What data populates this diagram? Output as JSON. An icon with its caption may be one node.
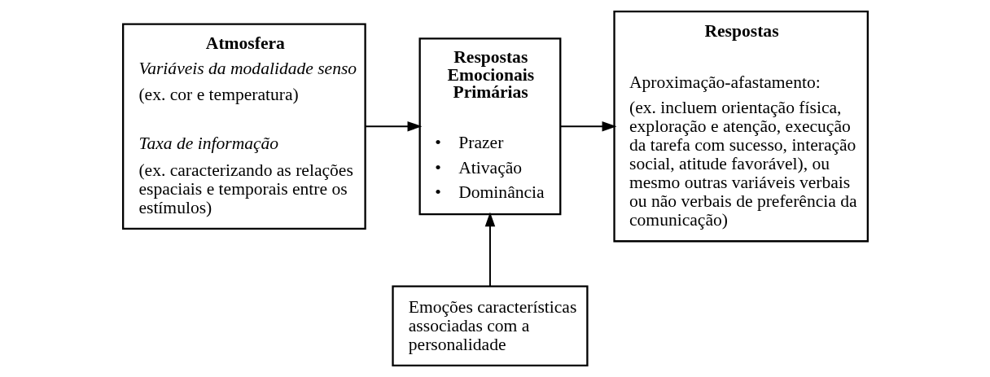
{
  "diagram": {
    "nodes": [
      {
        "text": [
          "Atmosfera",
          "Variáveis da modalidade senso",
          "(ex. cor e temperatura)",
          "Taxa de informação",
          "(ex. caracterizando as relações espaciais e temporais entre os estímulos)"
        ]
      },
      {
        "text": [
          "Respostas Emocionais Primárias",
          "•    Prazer",
          "•    Ativação",
          "•    Dominância"
        ]
      },
      {
        "text": [
          "Respostas",
          "Aproximação-afastamento:",
          "(ex. incluem orientação física, exploração e atenção, execução da tarefa com sucesso, interação social, atitude favorável), ou mesmo outras variáveis verbais ou não verbais de preferência da comunicação)"
        ]
      },
      {
        "text": [
          "Emoções características associadas com a personalidade"
        ]
      }
    ],
    "edges": [
      {
        "from": 0,
        "to": 1,
        "arrow": "to"
      },
      {
        "from": 1,
        "to": 2,
        "arrow": "to"
      },
      {
        "from": 3,
        "to": 1,
        "arrow": "to"
      }
    ]
  }
}
